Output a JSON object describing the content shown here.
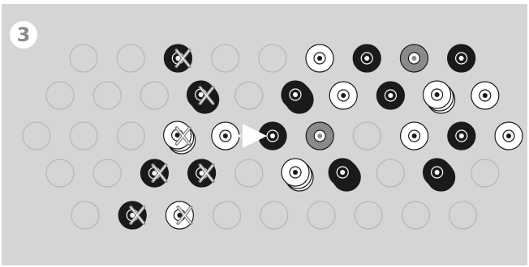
{
  "step": {
    "number": "3"
  },
  "colors": {
    "board": "#d5d5d5",
    "empty_outline": "#b8b8b8",
    "black": "#1a1a1a",
    "grey": "#8a8a8a",
    "white": "#ffffff"
  },
  "rows": [
    [
      "empty",
      "empty",
      "black-x",
      "empty",
      "empty",
      "white",
      "black",
      "grey",
      "black"
    ],
    [
      "empty",
      "empty",
      "empty",
      "black-stack-x",
      "empty",
      "black-stack",
      "white",
      "black",
      "white-stack",
      "white"
    ],
    [
      "empty",
      "empty",
      "empty",
      "white-stack-x",
      "white-move",
      "black",
      "grey",
      "empty",
      "white",
      "black",
      "white"
    ],
    [
      "empty",
      "empty",
      "black-x",
      "black-x",
      "empty",
      "white-stack",
      "black-stack",
      "empty",
      "black-stack",
      "empty"
    ],
    [
      "empty",
      "black-x",
      "white-x",
      "empty",
      "empty",
      "empty",
      "empty",
      "empty",
      "empty"
    ]
  ],
  "move": {
    "from": "row-3-col-5",
    "to": "row-3-col-6",
    "arrow": "dotted"
  }
}
